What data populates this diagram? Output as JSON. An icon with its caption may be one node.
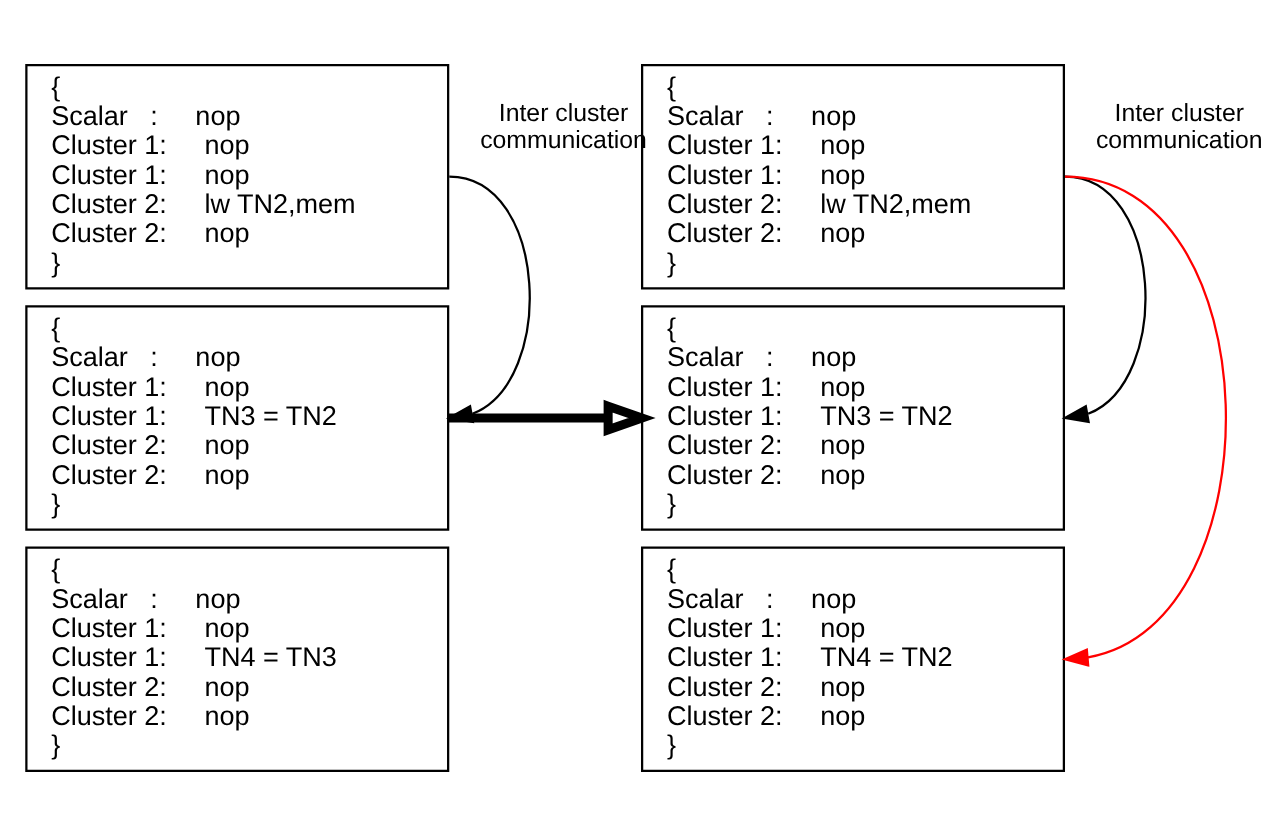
{
  "diagram": {
    "nodes": [
      {
        "text": [
          "{",
          "Scalar   :     nop",
          "Cluster 1:     nop",
          "Cluster 1:     nop",
          "Cluster 2:     lw TN2,mem",
          "Cluster 2:     nop",
          "}"
        ]
      },
      {
        "text": [
          "{",
          "Scalar   :     nop",
          "Cluster 1:     nop",
          "Cluster 1:     TN3 = TN2",
          "Cluster 2:     nop",
          "Cluster 2:     nop",
          "}"
        ]
      },
      {
        "text": [
          "{",
          "Scalar   :     nop",
          "Cluster 1:     nop",
          "Cluster 1:     TN4 = TN3",
          "Cluster 2:     nop",
          "Cluster 2:     nop",
          "}"
        ]
      },
      {
        "text": [
          "{",
          "Scalar   :     nop",
          "Cluster 1:     nop",
          "Cluster 1:     nop",
          "Cluster 2:     lw TN2,mem",
          "Cluster 2:     nop",
          "}"
        ]
      },
      {
        "text": [
          "{",
          "Scalar   :     nop",
          "Cluster 1:     nop",
          "Cluster 1:     TN3 = TN2",
          "Cluster 2:     nop",
          "Cluster 2:     nop",
          "}"
        ]
      },
      {
        "text": [
          "{",
          "Scalar   :     nop",
          "Cluster 1:     nop",
          "Cluster 1:     TN4 = TN2",
          "Cluster 2:     nop",
          "Cluster 2:     nop",
          "}"
        ]
      }
    ],
    "edges": [
      {
        "from": 0,
        "to": 1,
        "arrow": "to",
        "label": "Inter cluster communication"
      },
      {
        "from": 1,
        "to": 4,
        "arrow": "to",
        "style": "thick"
      },
      {
        "from": 3,
        "to": 4,
        "arrow": "to",
        "label": "Inter cluster communication"
      },
      {
        "from": 3,
        "to": 5,
        "arrow": "to",
        "color": "#ff0000"
      }
    ]
  }
}
